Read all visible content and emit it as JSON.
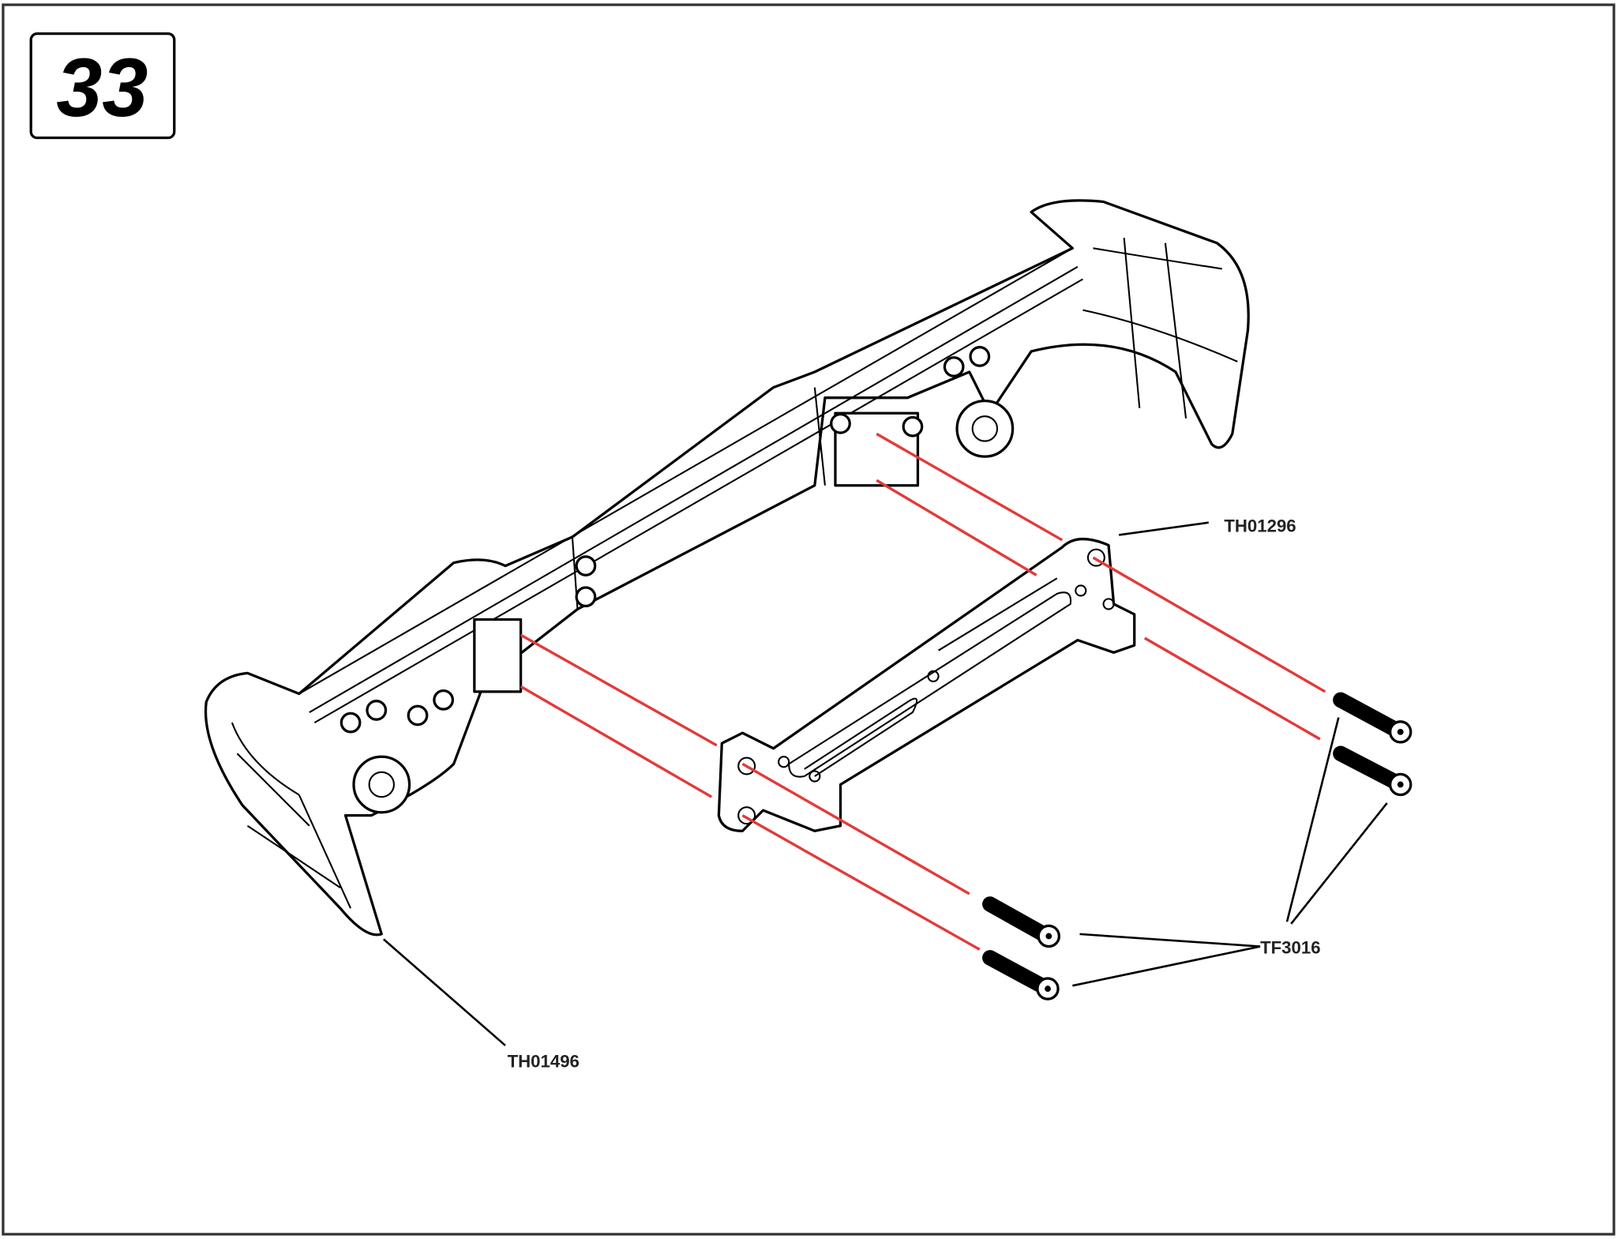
{
  "step_number": "33",
  "parts": {
    "brace": "TH01296",
    "bumper": "TH01496",
    "screws": "TF3016"
  },
  "colors": {
    "guide_line": "#e23a3a",
    "outline": "#000000"
  }
}
